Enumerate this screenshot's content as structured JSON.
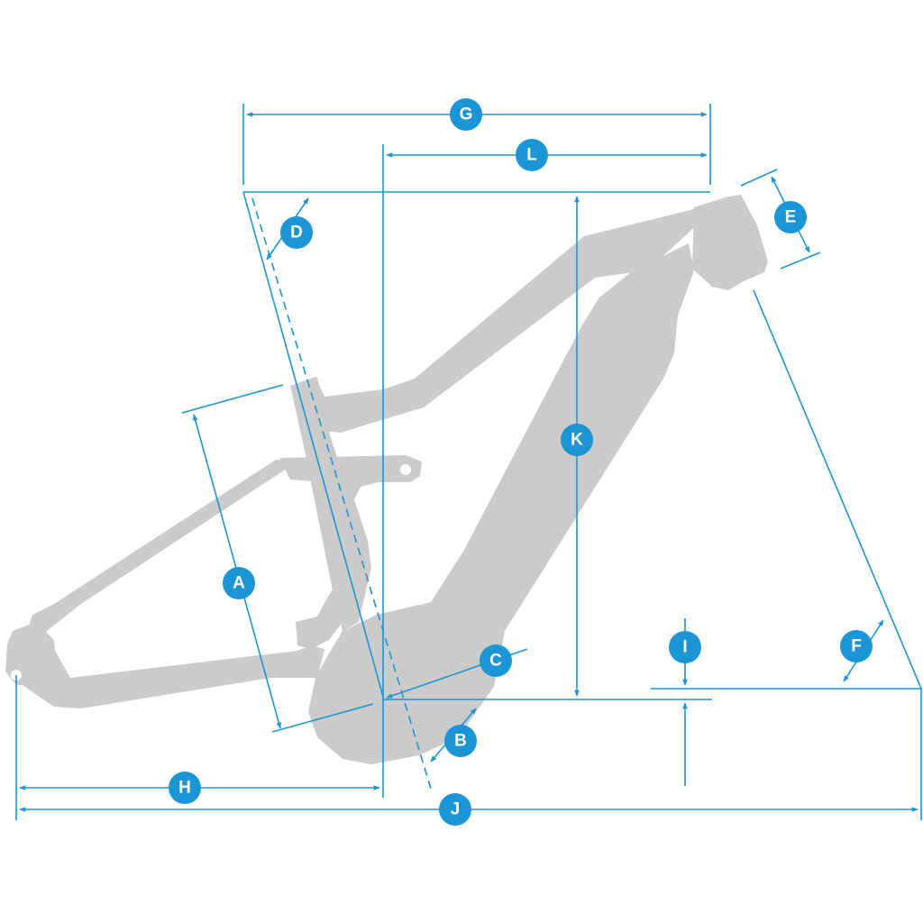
{
  "diagram": {
    "accent_color": "#1b95d3",
    "frame_color": "#cbcbcb",
    "labels": {
      "A": "A",
      "B": "B",
      "C": "C",
      "D": "D",
      "E": "E",
      "F": "F",
      "G": "G",
      "H": "H",
      "I": "I",
      "J": "J",
      "K": "K",
      "L": "L"
    }
  }
}
